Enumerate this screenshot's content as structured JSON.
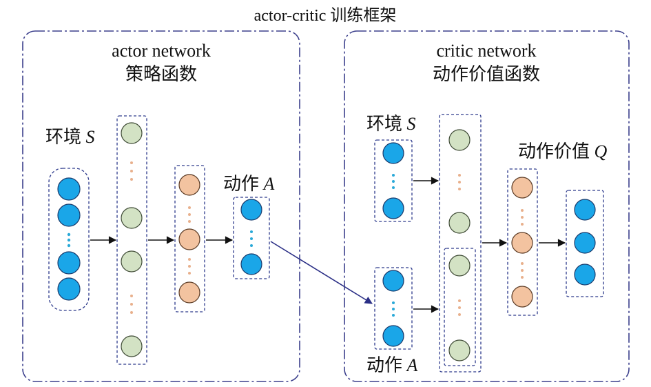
{
  "title": "actor-critic 训练框架",
  "actor": {
    "heading": "actor network",
    "subheading": "策略函数",
    "input_label": "环境 ",
    "input_symbol": "S",
    "output_label": "动作 ",
    "output_symbol": "A"
  },
  "critic": {
    "heading": "critic network",
    "subheading": "动作价值函数",
    "state_label": "环境 ",
    "state_symbol": "S",
    "action_label": "动作 ",
    "action_symbol": "A",
    "value_label": "动作价值 ",
    "value_symbol": "Q"
  },
  "colors": {
    "input_node": "#1aa6e8",
    "hidden_node": "#d3e2c4",
    "hidden2_node": "#f3c3a0",
    "frame": "#3b3f8c",
    "cross_arrow": "#2b2f86"
  }
}
